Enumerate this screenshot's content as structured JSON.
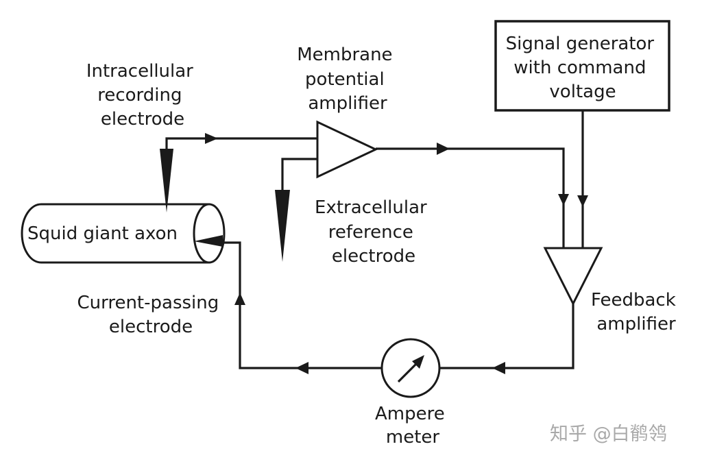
{
  "labels": {
    "intracellular": [
      "Intracellular",
      "recording",
      "electrode"
    ],
    "membrane": [
      "Membrane",
      "potential",
      "amplifier"
    ],
    "signal_generator": [
      "Signal generator",
      "with command",
      "voltage"
    ],
    "axon": "Squid giant axon",
    "extracellular": [
      "Extracellular",
      "reference",
      "electrode"
    ],
    "current_passing": [
      "Current-passing",
      "electrode"
    ],
    "feedback": [
      "Feedback",
      "amplifier"
    ],
    "ampere": [
      "Ampere",
      "meter"
    ]
  },
  "watermark": "知乎 @白鹡鸰",
  "colors": {
    "ink": "#1a1a1a",
    "watermark": "#a9a9a9",
    "background": "#ffffff"
  }
}
